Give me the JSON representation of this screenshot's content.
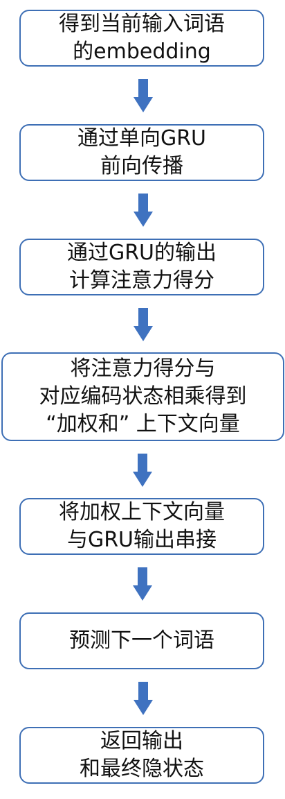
{
  "diagram": {
    "steps": [
      {
        "lines": [
          "得到当前输入词语",
          "的embedding"
        ]
      },
      {
        "lines": [
          "通过单向GRU",
          "前向传播"
        ]
      },
      {
        "lines": [
          "通过GRU的输出",
          "计算注意力得分"
        ]
      },
      {
        "lines": [
          "将注意力得分与",
          "对应编码状态相乘得到",
          "“加权和” 上下文向量"
        ]
      },
      {
        "lines": [
          "将加权上下文向量",
          "与GRU输出串接"
        ]
      },
      {
        "lines": [
          "预测下一个词语"
        ]
      },
      {
        "lines": [
          "返回输出",
          "和最终隐状态"
        ]
      }
    ],
    "colors": {
      "border": "#3e6fb5",
      "arrow": "#3f72c0",
      "text": "#111111"
    }
  }
}
